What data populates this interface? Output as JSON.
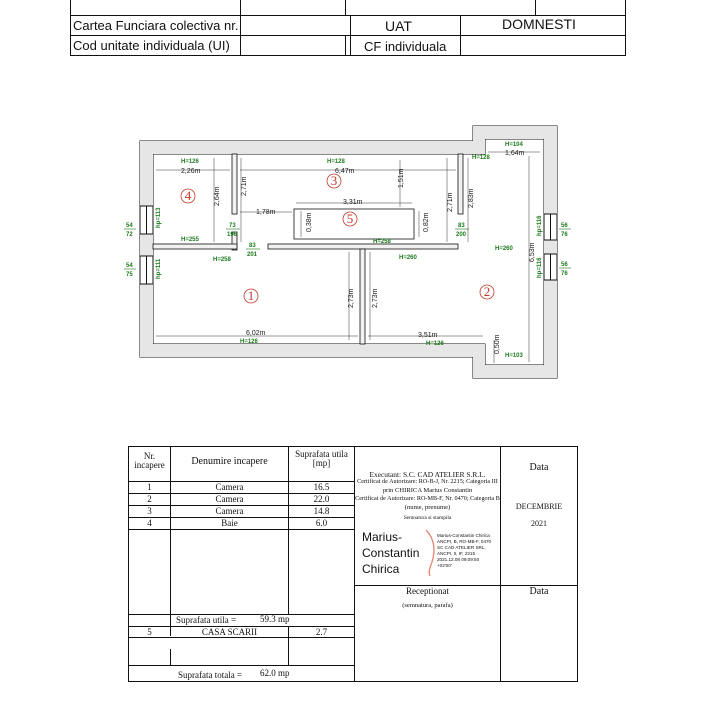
{
  "header": {
    "row1_label": "Cartea Funciara colectiva nr.",
    "row1_uat": "UAT",
    "row1_value": "DOMNESTI",
    "row2_label": "Cod unitate individuala (UI)",
    "row2_cf": "CF individuala"
  },
  "plan": {
    "rooms": [
      {
        "id": "1",
        "label": "1"
      },
      {
        "id": "2",
        "label": "2"
      },
      {
        "id": "3",
        "label": "3"
      },
      {
        "id": "4",
        "label": "4"
      },
      {
        "id": "5",
        "label": "5"
      }
    ],
    "heights": {
      "h126_room4": "H=126",
      "h128_room3": "H=128",
      "h128_right": "H=128",
      "h104": "H=104",
      "h255": "H=255",
      "h258_left": "H=258",
      "h258_room5": "H=258",
      "h260_mid": "H=260",
      "h260_right": "H=260",
      "h126_room1": "H=126",
      "h126_room2": "H=126",
      "h103": "H=103",
      "hp113": "hp=113",
      "hp111": "hp=111",
      "hp116_top": "hp=116",
      "hp116_bot": "hp=116"
    },
    "dims": {
      "d226": "2,26m",
      "d647": "6,47m",
      "d164": "1,64m",
      "d331": "3,31m",
      "d178": "1,78m",
      "d151": "1,51m",
      "d038": "0,38m",
      "d082": "0,82m",
      "d264": "2,64m",
      "d271_left": "2,71m",
      "d271_right": "2,71m",
      "d283": "2,83m",
      "d653": "6,53m",
      "d273_a": "2,73m",
      "d273_b": "2,73m",
      "d602": "6,02m",
      "d351": "3,51m",
      "d050": "0,50m"
    },
    "fractions": {
      "f54_72_top": "54",
      "f54_72_bot": "72",
      "f54_75_top": "54",
      "f54_75_bot": "75",
      "f73_196_top": "73",
      "f73_196_bot": "196",
      "f83_201_top": "83",
      "f83_201_bot": "201",
      "f83_200_top": "83",
      "f83_200_bot": "200",
      "f56_76a_top": "56",
      "f56_76a_bot": "76",
      "f56_76b_top": "56",
      "f56_76b_bot": "76"
    }
  },
  "table": {
    "col_nr": "Nr. incapere",
    "col_den": "Denumire incapere",
    "col_sup": "Suprafata utila [mp]",
    "rows": [
      {
        "nr": "1",
        "den": "Camera",
        "sup": "16.5"
      },
      {
        "nr": "2",
        "den": "Camera",
        "sup": "22.0"
      },
      {
        "nr": "3",
        "den": "Camera",
        "sup": "14.8"
      },
      {
        "nr": "4",
        "den": "Baie",
        "sup": "6.0"
      }
    ],
    "sup_utila_label": "Suprafata utila =",
    "sup_utila_value": "59.3 mp",
    "scara_nr": "5",
    "scara_den": "CASA SCARII",
    "scara_sup": "2.7",
    "sup_totala_label": "Suprafata totala =",
    "sup_totala_value": "62.0 mp",
    "executant_1": "Executant: S.C. CAD ATELIER S.R.L.",
    "executant_2": "Certificat de Autorizare: RO-B-J, Nr. 2215; Categoria III",
    "executant_3": "prin CHIRICA Marius Constantin",
    "executant_4": "Certificat de Autorizare: RO-MB-F, Nr. 0470; Categoria B",
    "executant_5": "(nume, prenume)",
    "executant_6": "Semnatura si stampila",
    "sig_name_1": "Marius-",
    "sig_name_2": "Constantin",
    "sig_name_3": "Chirica",
    "sig_small_1": "Marius-Constantin Chirica",
    "sig_small_2": "ANCPI, B, RO-MB-F, 0470",
    "sig_small_3": "SC CAD ATELIER SRL,",
    "sig_small_4": "ANCPI, II, IF, 2215",
    "sig_small_5": "2021.12.08 09:09:50",
    "sig_small_6": "+02'00'",
    "data_label": "Data",
    "data_month": "DECEMBRIE",
    "data_year": "2021",
    "receptionat": "Receptionat",
    "receptionat_sub": "(semnatura, parafa)",
    "data_label_2": "Data"
  }
}
